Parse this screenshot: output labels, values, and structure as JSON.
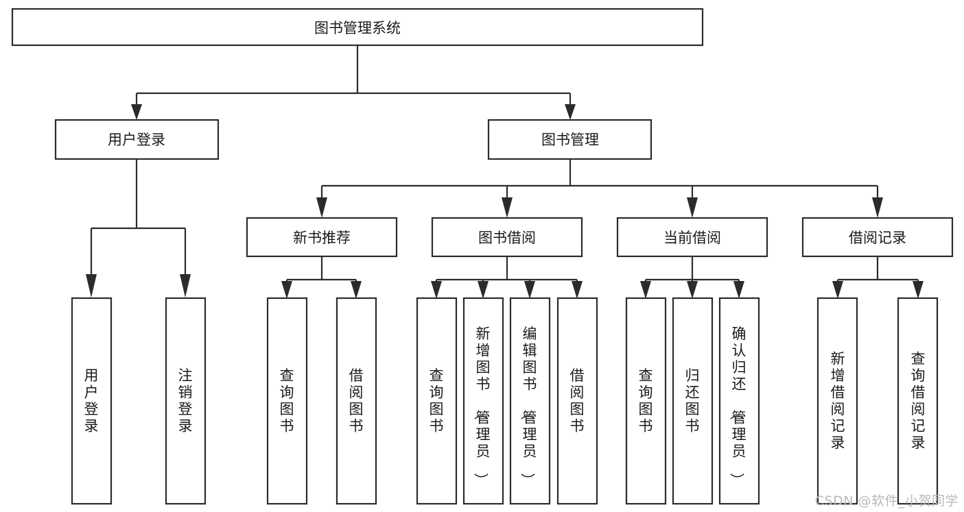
{
  "diagram": {
    "title": "图书管理系统",
    "type": "tree-hierarchy-chart",
    "root": {
      "id": "root",
      "label": "图书管理系统",
      "orientation": "horizontal"
    },
    "level2": [
      {
        "id": "user-login",
        "label": "用户登录",
        "orientation": "horizontal"
      },
      {
        "id": "book-management",
        "label": "图书管理",
        "orientation": "horizontal"
      }
    ],
    "level3": [
      {
        "id": "new-book-recommend",
        "label": "新书推荐",
        "orientation": "horizontal",
        "parent": "book-management"
      },
      {
        "id": "book-borrow",
        "label": "图书借阅",
        "orientation": "horizontal",
        "parent": "book-management"
      },
      {
        "id": "current-borrow",
        "label": "当前借阅",
        "orientation": "horizontal",
        "parent": "book-management"
      },
      {
        "id": "borrow-record",
        "label": "借阅记录",
        "orientation": "horizontal",
        "parent": "book-management"
      }
    ],
    "leaves": [
      {
        "id": "leaf-user-login",
        "label": "用户登录",
        "orientation": "vertical",
        "parent": "user-login"
      },
      {
        "id": "leaf-logout-login",
        "label": "注销登录",
        "orientation": "vertical",
        "parent": "user-login"
      },
      {
        "id": "leaf-query-book-1",
        "label": "查询图书",
        "orientation": "vertical",
        "parent": "new-book-recommend"
      },
      {
        "id": "leaf-borrow-book-1",
        "label": "借阅图书",
        "orientation": "vertical",
        "parent": "new-book-recommend"
      },
      {
        "id": "leaf-query-book-2",
        "label": "查询图书",
        "orientation": "vertical",
        "parent": "book-borrow"
      },
      {
        "id": "leaf-add-book-admin",
        "label": "新增图书（管理员）",
        "orientation": "vertical",
        "parent": "book-borrow"
      },
      {
        "id": "leaf-edit-book-admin",
        "label": "编辑图书（管理员）",
        "orientation": "vertical",
        "parent": "book-borrow"
      },
      {
        "id": "leaf-borrow-book-2",
        "label": "借阅图书",
        "orientation": "vertical",
        "parent": "book-borrow"
      },
      {
        "id": "leaf-query-book-3",
        "label": "查询图书",
        "orientation": "vertical",
        "parent": "current-borrow"
      },
      {
        "id": "leaf-return-book",
        "label": "归还图书",
        "orientation": "vertical",
        "parent": "current-borrow"
      },
      {
        "id": "leaf-confirm-return-admin",
        "label": "确认归还（管理员）",
        "orientation": "vertical",
        "parent": "current-borrow"
      },
      {
        "id": "leaf-add-borrow-record",
        "label": "新增借阅记录",
        "orientation": "vertical",
        "parent": "borrow-record"
      },
      {
        "id": "leaf-query-borrow-record",
        "label": "查询借阅记录",
        "orientation": "vertical",
        "parent": "borrow-record"
      }
    ],
    "colors": {
      "box_stroke": "#2b2b2b",
      "box_fill": "#ffffff",
      "text": "#1a1a1a",
      "background": "#ffffff",
      "watermark": "#b9b9b9"
    }
  },
  "watermark": {
    "text": "CSDN @软件_小贺同学"
  }
}
